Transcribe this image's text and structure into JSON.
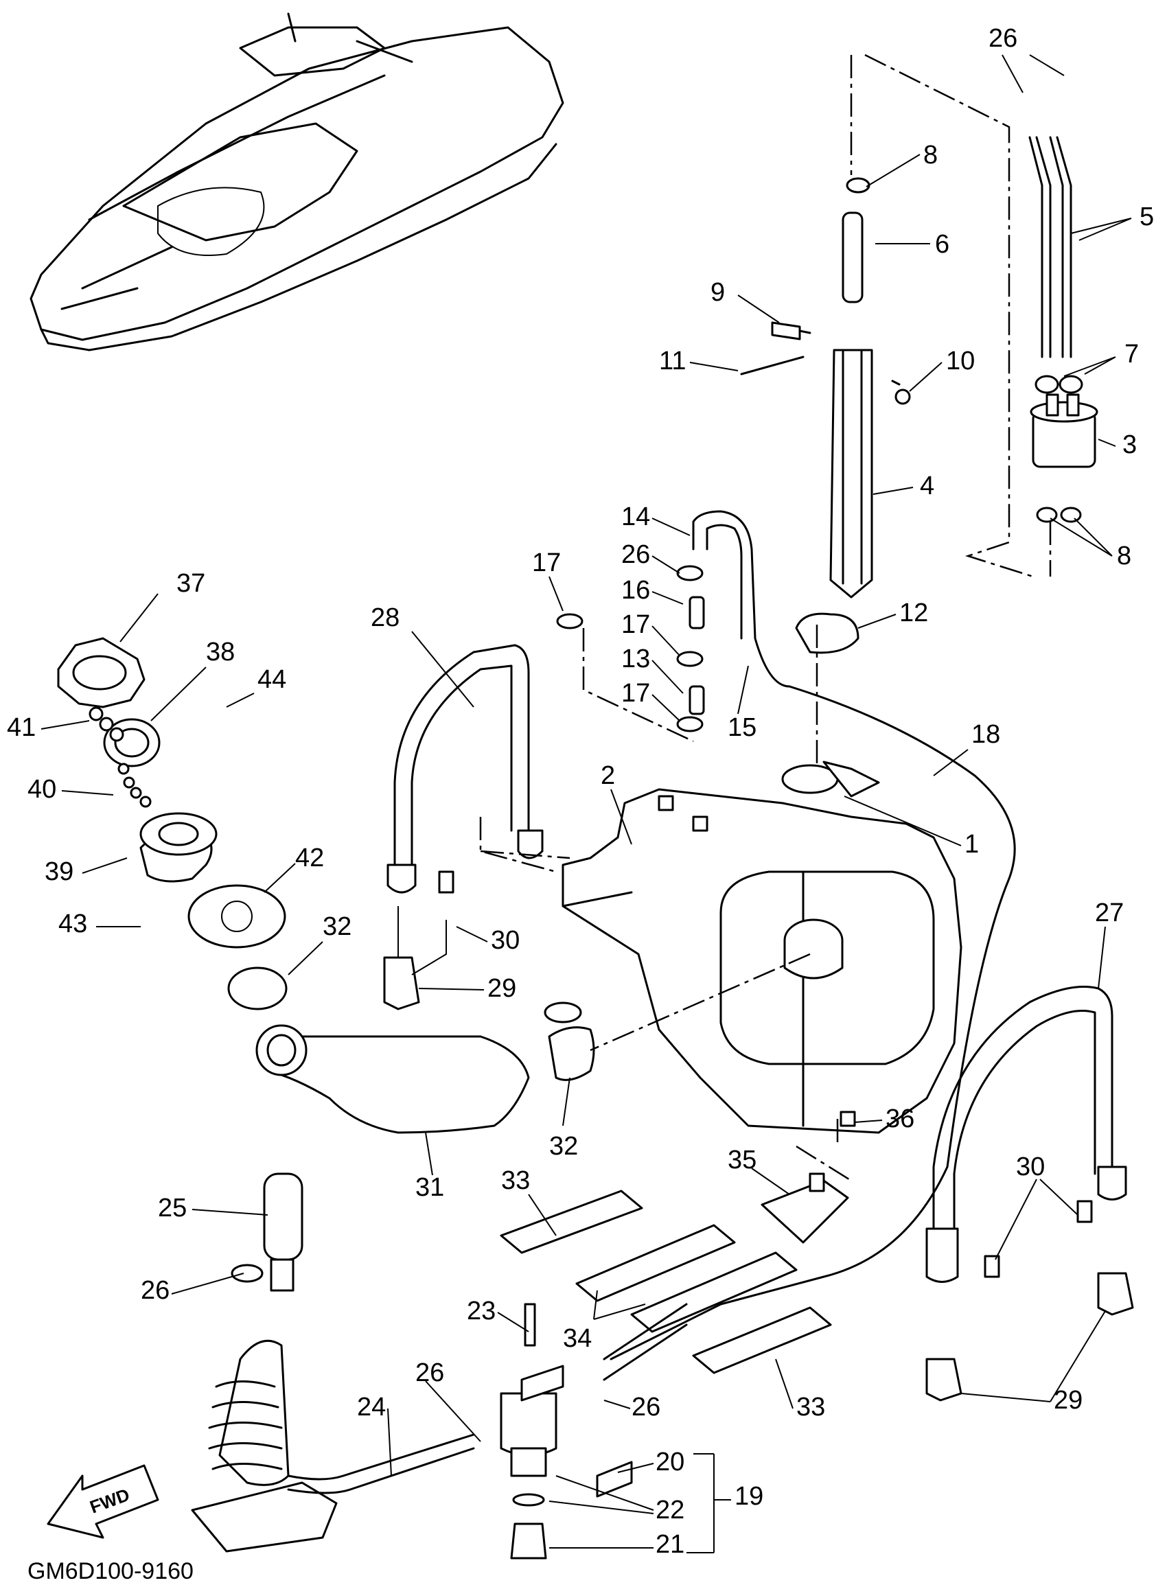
{
  "diagram": {
    "drawing_code": "GM6D100-9160",
    "direction_label": "FWD",
    "callouts": [
      "1",
      "2",
      "3",
      "4",
      "5",
      "6",
      "7",
      "8",
      "9",
      "10",
      "11",
      "12",
      "13",
      "14",
      "15",
      "16",
      "17",
      "18",
      "19",
      "20",
      "21",
      "22",
      "23",
      "24",
      "25",
      "26",
      "27",
      "28",
      "29",
      "30",
      "31",
      "32",
      "33",
      "34",
      "35",
      "36",
      "37",
      "38",
      "39",
      "40",
      "41",
      "42",
      "43",
      "44"
    ],
    "parts": {
      "watercraft": "watercraft-overview",
      "fuel_tank": "fuel-tank",
      "fuel_filler_neck": "filler-neck-hose",
      "fuel_cap": "fuel-cap",
      "fuel_gauge_unit": "fuel-sender",
      "strap_left": "tank-strap-left",
      "strap_right": "tank-strap-right",
      "fuel_filter": "fuel-filter",
      "water_separator": "water-separator",
      "pads": "tank-pads"
    }
  }
}
